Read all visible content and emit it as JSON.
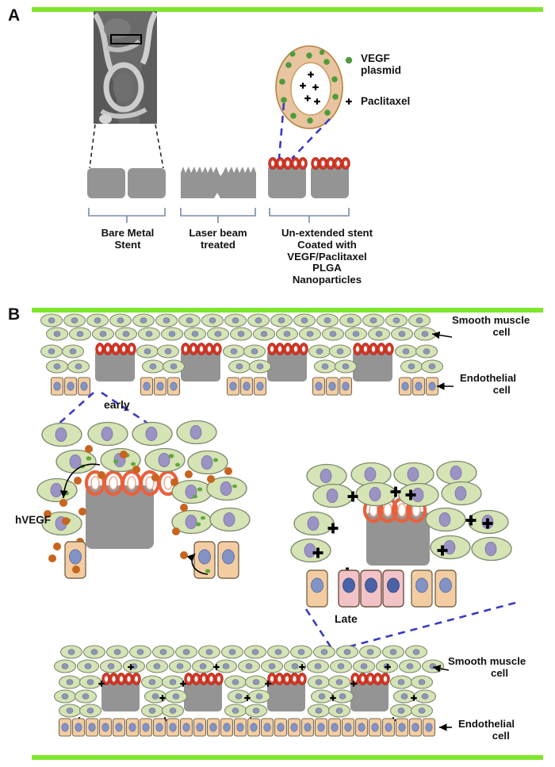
{
  "figure": {
    "type": "scientific-schematic",
    "title_implicit": "VEGF/Paclitaxel PLGA nanoparticle coated stent and vascular healing response",
    "panels": [
      {
        "id": "A",
        "letter": "A",
        "description": "Stent fabrication stages"
      },
      {
        "id": "B",
        "letter": "B",
        "description": "Vascular response over time"
      }
    ]
  },
  "panelA": {
    "letter": "A",
    "sem_image": {
      "name": "stent-sem-micrograph",
      "highlight_box": true
    },
    "stages": [
      {
        "key": "bare",
        "caption_line1": "Bare Metal",
        "caption_line2": "Stent",
        "caption_line3": "",
        "caption_line4": "",
        "caption_line5": ""
      },
      {
        "key": "laser",
        "caption_line1": "Laser beam",
        "caption_line2": "treated",
        "caption_line3": "",
        "caption_line4": "",
        "caption_line5": ""
      },
      {
        "key": "coated",
        "caption_line1": "Un-extended stent",
        "caption_line2": "Coated with",
        "caption_line3": "VEGF/Paclitaxel",
        "caption_line4": "PLGA",
        "caption_line5": "Nanoparticles"
      }
    ],
    "nanoparticle": {
      "name": "plga-nanoparticle",
      "shell_color": "#E8C4A0",
      "core_color": "#FFFFFF",
      "plasmid_dot_color": "#4E9B3C",
      "drug_symbol": "+"
    },
    "legend": [
      {
        "key": "vegf",
        "symbol": "dot",
        "color": "#4E9B3C",
        "label_line1": "VEGF",
        "label_line2": "plasmid"
      },
      {
        "key": "ptx",
        "symbol": "cross",
        "color": "#000000",
        "label_line1": "Paclitaxel",
        "label_line2": ""
      }
    ]
  },
  "panelB": {
    "letter": "B",
    "stages": [
      {
        "key": "implant",
        "label": ""
      },
      {
        "key": "early",
        "label": "early"
      },
      {
        "key": "late",
        "label": "Late"
      },
      {
        "key": "healed",
        "label": ""
      }
    ],
    "annotations": {
      "hvegf": "hVEGF",
      "early": "early",
      "late": "Late"
    },
    "callouts_top": [
      {
        "key": "smc-top",
        "line1": "Smooth muscle",
        "line2": "cell"
      },
      {
        "key": "ec-top",
        "line1": "Endothelial",
        "line2": "cell"
      }
    ],
    "callouts_bottom": [
      {
        "key": "smc-bottom",
        "line1": "Smooth muscle",
        "line2": "cell"
      },
      {
        "key": "ec-bottom",
        "line1": "Endothelial",
        "line2": "cell"
      }
    ]
  },
  "colors": {
    "vessel_wall_green": "#7FE62E",
    "stent_gray": "#949494",
    "smc_fill": "#D6E3B4",
    "smc_stroke": "#7D8A70",
    "smc_nucleus": "#9B93C4",
    "smc_nucleus_small": "#8E96B8",
    "ec_fill": "#F3CDA1",
    "ec_stroke": "#7A6A52",
    "ec_nucleus": "#7E93C8",
    "ec_regen_fill": "#F2C3C6",
    "ec_regen_nucleus": "#4A63A8",
    "nanoparticle_ring": "#E8613C",
    "nanoparticle_ring_small": "#D63A28",
    "hvegf_dot": "#C8641E",
    "plasmid_dot": "#5FA83C",
    "dash_blue": "#3A3AC8",
    "brace_blue": "#7A8CA8",
    "text": "#111111"
  }
}
